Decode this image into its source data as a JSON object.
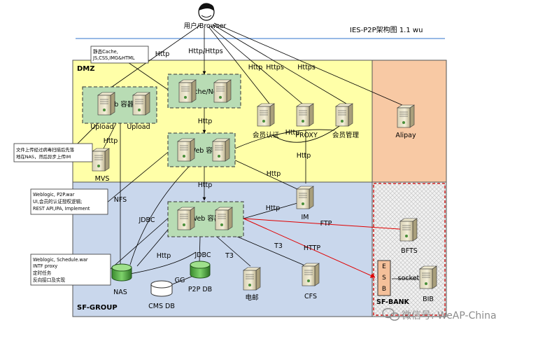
{
  "header": {
    "title": "IES-P2P架构图  1.1     wu",
    "user": "用户/Browser"
  },
  "zones": {
    "dmz": "DMZ",
    "sf_group": "SF-GROUP",
    "sf_bank": "SF-BANK"
  },
  "nodes": {
    "upload1": "Upload",
    "upload2": "Upload",
    "web_container_top": "Web 容器",
    "apache": "Apache/Nginx",
    "web_container_mid": "Web 容器",
    "web_container_low": "Web 容器",
    "member_auth": "会员认证",
    "proxy": "PROXY",
    "member_mgmt": "会员管理",
    "alipay": "Alipay",
    "mvs": "MVS",
    "im": "IM",
    "bfts": "BFTS",
    "esb": "E S B",
    "esb_letters": [
      "E",
      "S",
      "B"
    ],
    "bib": "BIB",
    "nas": "NAS",
    "p2p_db": "P2P DB",
    "cms_db": "CMS DB",
    "email": "电邮",
    "cfs": "CFS"
  },
  "edge_labels": {
    "http_user_web": "Http",
    "http_https_user_apache": "Http/Https",
    "http_user_auth": "Http",
    "https_user_proxy": "Https",
    "https_user_alipay": "Https",
    "http_apache_web": "Http",
    "http_proxy": "Http",
    "http_proxy_im": "Http",
    "http_upload_mvs": "Http",
    "http_web_im": "Http",
    "http_mid_low": "Http",
    "nfs": "NFS",
    "jdbc_left": "JDBC",
    "jdbc_mid": "JDBC",
    "http_low_im": "Http",
    "ftp": "FTP",
    "http_bank": "HTTP",
    "t3_email": "T3",
    "t3_cfs": "T3",
    "http_nas": "Http",
    "gg": "GG",
    "socket": "socket"
  },
  "notes": {
    "static_cache": [
      "静态Cache,",
      "JS,CSS,IMG&HTML"
    ],
    "upload_scan": [
      "文件上传经过病毒扫描后先落",
      "地在NAS，然后异步上传IM"
    ],
    "weblogic_p2p": [
      "Weblogic, P2P.war",
      "UI,会员的认证授权逻辑;",
      "REST API,IPA, Implement"
    ],
    "weblogic_schedule": [
      "Weblogic, Schedule.war",
      "INTF proxy",
      "定时任务",
      "反向接口及实现"
    ]
  },
  "watermark": "微信号: WeAP-China",
  "colors": {
    "dmz": "#ffffa8",
    "sf_group": "#c9d7ec",
    "sf_bank_top": "#f8c9a4",
    "group_fill": "#b8dcb4",
    "line": "#000000",
    "red_line": "#e00000",
    "header_rule": "#5b8fd6"
  }
}
